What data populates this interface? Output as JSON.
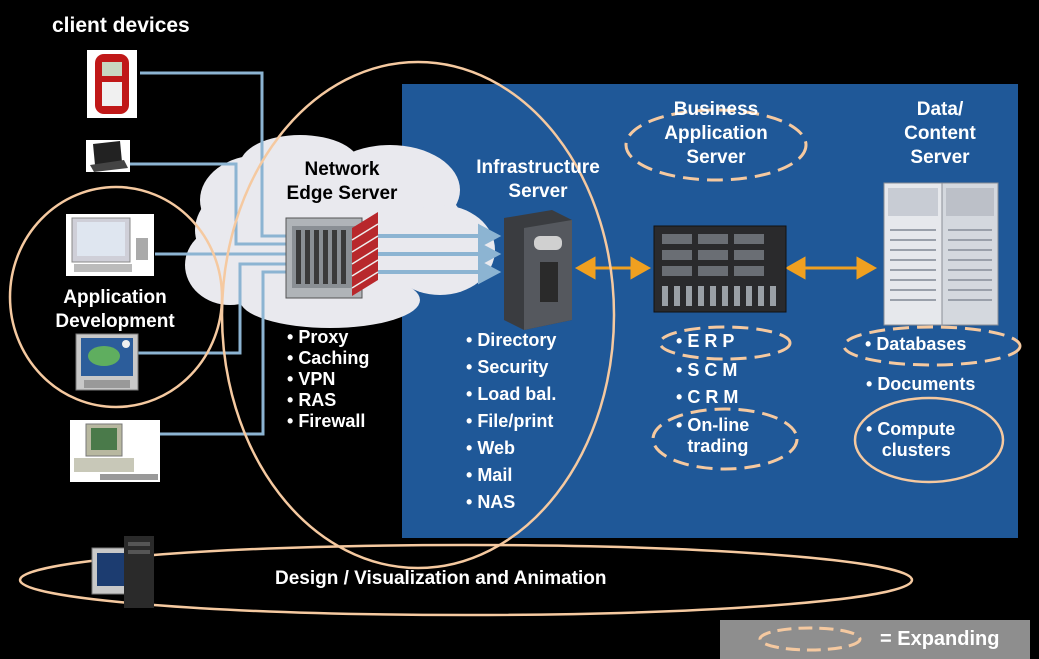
{
  "titles": {
    "client_devices": "client devices",
    "app_dev": "Application\nDevelopment",
    "network_edge": "Network\nEdge Server",
    "infrastructure": "Infrastructure\nServer",
    "business_app": "Business\nApplication\nServer",
    "data_content": "Data/\nContent\nServer",
    "design": "Design / Visualization and Animation"
  },
  "lists": {
    "network_edge": [
      "Proxy",
      "Caching",
      "VPN",
      "RAS",
      "Firewall"
    ],
    "infrastructure": [
      "Directory",
      "Security",
      "Load bal.",
      "File/print",
      "Web",
      "Mail",
      "NAS"
    ],
    "business_app": [
      "E R P",
      "S C M",
      "C R M",
      "On-line\ntrading"
    ],
    "data_content": [
      "Databases",
      "Documents",
      "Compute\nclusters"
    ]
  },
  "legend": {
    "text": "= Expanding"
  },
  "colors": {
    "panel": "#1f5898",
    "oval": "#f5c9a0",
    "wire": "#8cb4d2",
    "arrow_gold": "#f0a020",
    "legend_bg": "#8e8e8e"
  },
  "icons": [
    "mobile-phone-icon",
    "laptop-icon",
    "desktop-pc-icon",
    "monitor-globe-icon",
    "workstation-icon",
    "tower-pc-icon",
    "rack-server-icon",
    "firewall-icon",
    "tower-server-icon",
    "blade-server-icon",
    "storage-array-icon"
  ]
}
